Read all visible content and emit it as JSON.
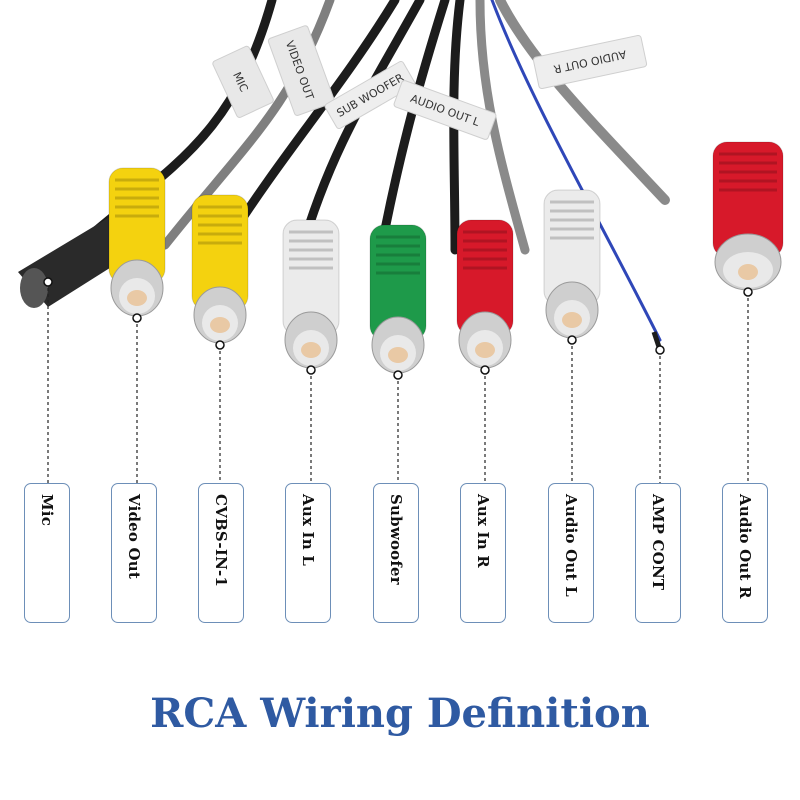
{
  "title": "RCA Wiring Definition",
  "connectors": [
    {
      "label": "Mic",
      "body": "#2a2a2a"
    },
    {
      "label": "Video Out",
      "body": "#f4d20f"
    },
    {
      "label": "CVBS-IN-1",
      "body": "#f4d20f"
    },
    {
      "label": "Aux In L",
      "body": "#ebebeb"
    },
    {
      "label": "Subwoofer",
      "body": "#1e9a4a"
    },
    {
      "label": "Aux In R",
      "body": "#d7192a"
    },
    {
      "label": "Audio Out L",
      "body": "#ebebeb"
    },
    {
      "label": "AMP CONT",
      "body": "#2f47b8"
    },
    {
      "label": "Audio Out R",
      "body": "#d7192a"
    }
  ],
  "cable_tags": [
    "MIC",
    "VIDEO OUT",
    "SUB WOOFER",
    "AUDIO OUT L",
    "AUDIO OUT R"
  ]
}
